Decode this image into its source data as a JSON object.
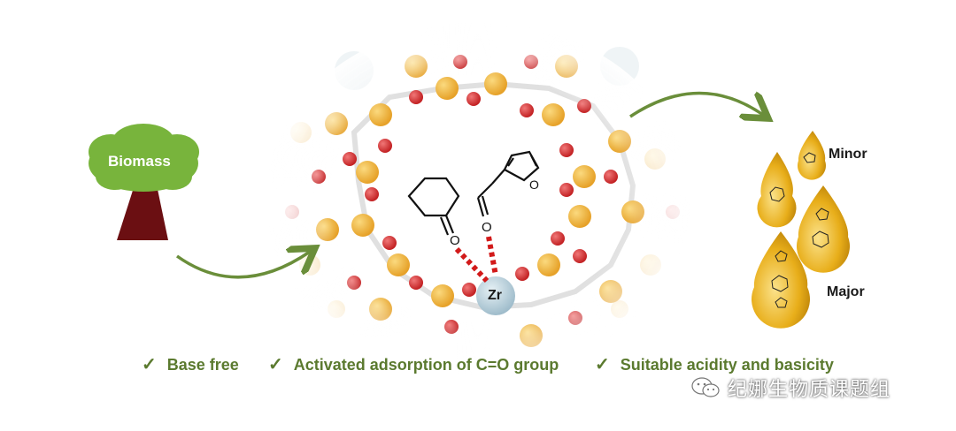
{
  "biomass_label": "Biomass",
  "metal_label": "Zr",
  "product_minor_label": "Minor",
  "product_major_label": "Major",
  "features": [
    {
      "check": "✓",
      "text": "Base free"
    },
    {
      "check": "✓",
      "text": "Activated adsorption of C=O group"
    },
    {
      "check": "✓",
      "text": "Suitable acidity and basicity"
    }
  ],
  "watermark": "纪娜生物质课题组",
  "colors": {
    "tree_canopy": "#78b43c",
    "tree_trunk": "#6b0f12",
    "arrow": "#6a8e3a",
    "text_green": "#5b7a2f",
    "oxygen": "#d8262a",
    "silicon": "#f2b134",
    "zr_atom": "#b9d3dd",
    "oil_drop": "#e3a614"
  }
}
